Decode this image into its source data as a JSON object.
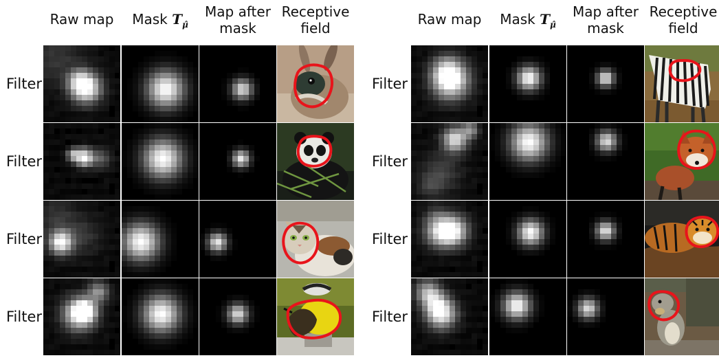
{
  "panels": [
    {
      "columns": [
        {
          "text": "Raw map"
        },
        {
          "text": "Mask",
          "math": "T",
          "sub": "μ̂"
        },
        {
          "text": "Map after",
          "text2": "mask"
        },
        {
          "text": "Receptive",
          "text2": "field"
        }
      ],
      "rows": [
        {
          "label": "Filter",
          "subject": "rabbit"
        },
        {
          "label": "Filter",
          "subject": "panda"
        },
        {
          "label": "Filter",
          "subject": "cat"
        },
        {
          "label": "Filter",
          "subject": "bird"
        }
      ]
    },
    {
      "columns": [
        {
          "text": "Raw map"
        },
        {
          "text": "Mask",
          "math": "T",
          "sub": "μ̂"
        },
        {
          "text": "Map after",
          "text2": "mask"
        },
        {
          "text": "Receptive",
          "text2": "field"
        }
      ],
      "rows": [
        {
          "label": "Filter",
          "subject": "zebra"
        },
        {
          "label": "Filter",
          "subject": "fox"
        },
        {
          "label": "Filter",
          "subject": "tiger"
        },
        {
          "label": "Filter",
          "subject": "squirrel"
        }
      ]
    }
  ],
  "colors": {
    "outline": "#e8141b",
    "map_bg": "#000000"
  }
}
